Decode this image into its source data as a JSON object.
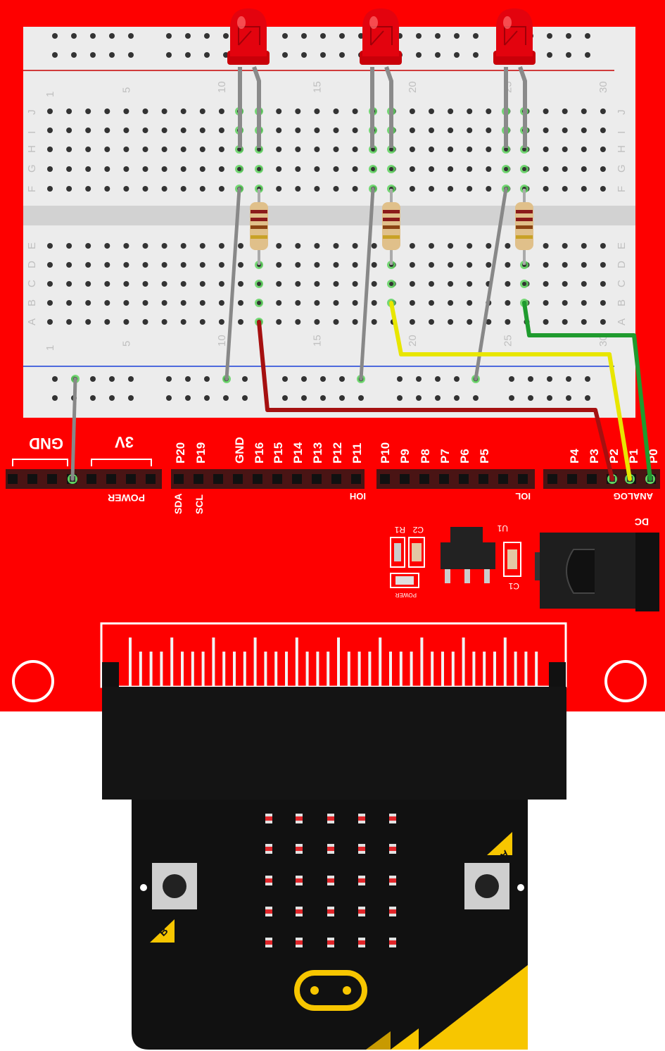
{
  "colors": {
    "board_red": "#fe0000",
    "breadboard": "#ececec",
    "microbit_black": "#111111",
    "microbit_gold": "#f7c600",
    "led_red": "#e3030e",
    "wire_gray": "#8a8a8a",
    "wire_red": "#a51010",
    "wire_yellow": "#e8e600",
    "wire_green": "#1f9b2e"
  },
  "breadboard": {
    "column_numbers": [
      "1",
      "5",
      "10",
      "15",
      "20",
      "25",
      "30"
    ],
    "row_letters_top": [
      "J",
      "I",
      "H",
      "G",
      "F"
    ],
    "row_letters_bottom": [
      "E",
      "D",
      "C",
      "B",
      "A"
    ]
  },
  "components": {
    "leds": [
      "LED 1",
      "LED 2",
      "LED 3"
    ],
    "resistors": [
      "R 1",
      "R 2",
      "R 3"
    ]
  },
  "headers": {
    "power_left": "GND",
    "power_right": "3V",
    "power_group": "POWER",
    "ioh_pins": [
      "P20",
      "P19",
      "GND",
      "P16",
      "P15",
      "P14",
      "P13",
      "P12",
      "P11"
    ],
    "ioh_sub": [
      "SDA",
      "SCL"
    ],
    "ioh_group": "IOH",
    "iol_pins": [
      "P10",
      "P9",
      "P8",
      "P7",
      "P6",
      "P5"
    ],
    "iol_group": "IOL",
    "analog_pins": [
      "P4",
      "P3",
      "P2",
      "P1",
      "P0"
    ],
    "analog_group": "ANALOG"
  },
  "board_parts": {
    "dc_jack": "DC",
    "regulator": "U1",
    "cap1": "C1",
    "r1": "R1",
    "c2": "C2",
    "power_led": "POWER"
  },
  "microbit": {
    "button_a": "A",
    "button_b": "B"
  }
}
